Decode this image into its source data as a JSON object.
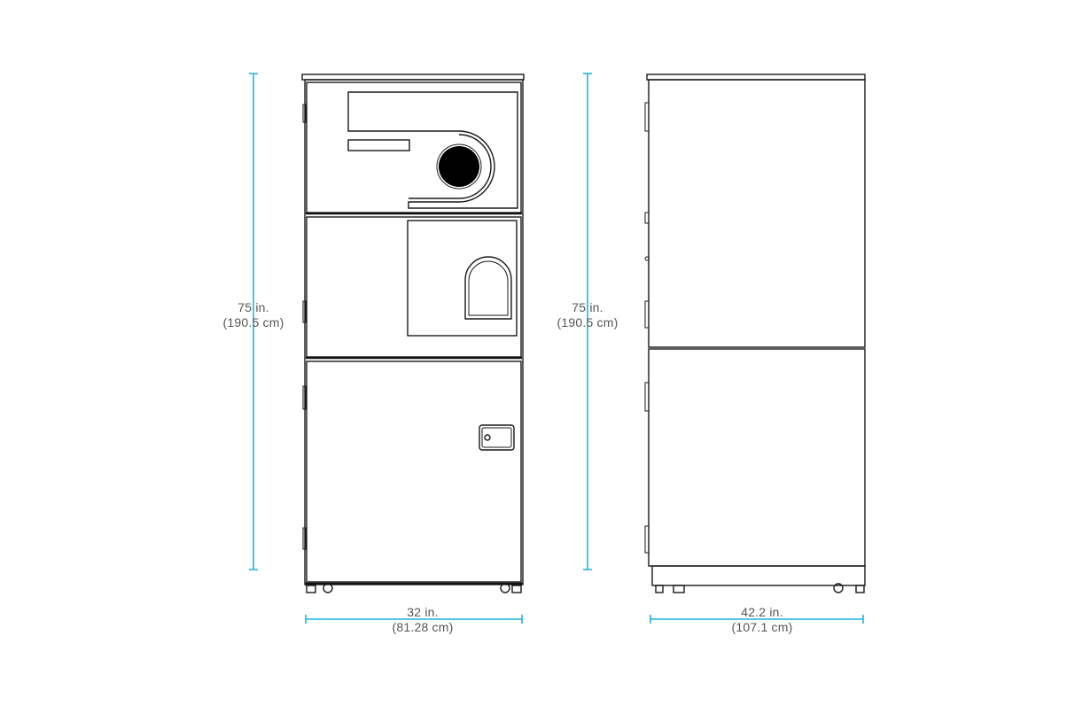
{
  "colors": {
    "dimension": "#1fb6e3",
    "outline": "#1a1a1a",
    "label_text": "#555555",
    "background": "#ffffff"
  },
  "front_view": {
    "height_label": {
      "primary": "75 in.",
      "secondary": "(190.5 cm)"
    },
    "width_label": {
      "primary": "32 in.",
      "secondary": "(81.28 cm)"
    }
  },
  "side_view": {
    "height_label": {
      "primary": "75 in.",
      "secondary": "(190.5 cm)"
    },
    "depth_label": {
      "primary": "42.2 in.",
      "secondary": "(107.1 cm)"
    }
  }
}
